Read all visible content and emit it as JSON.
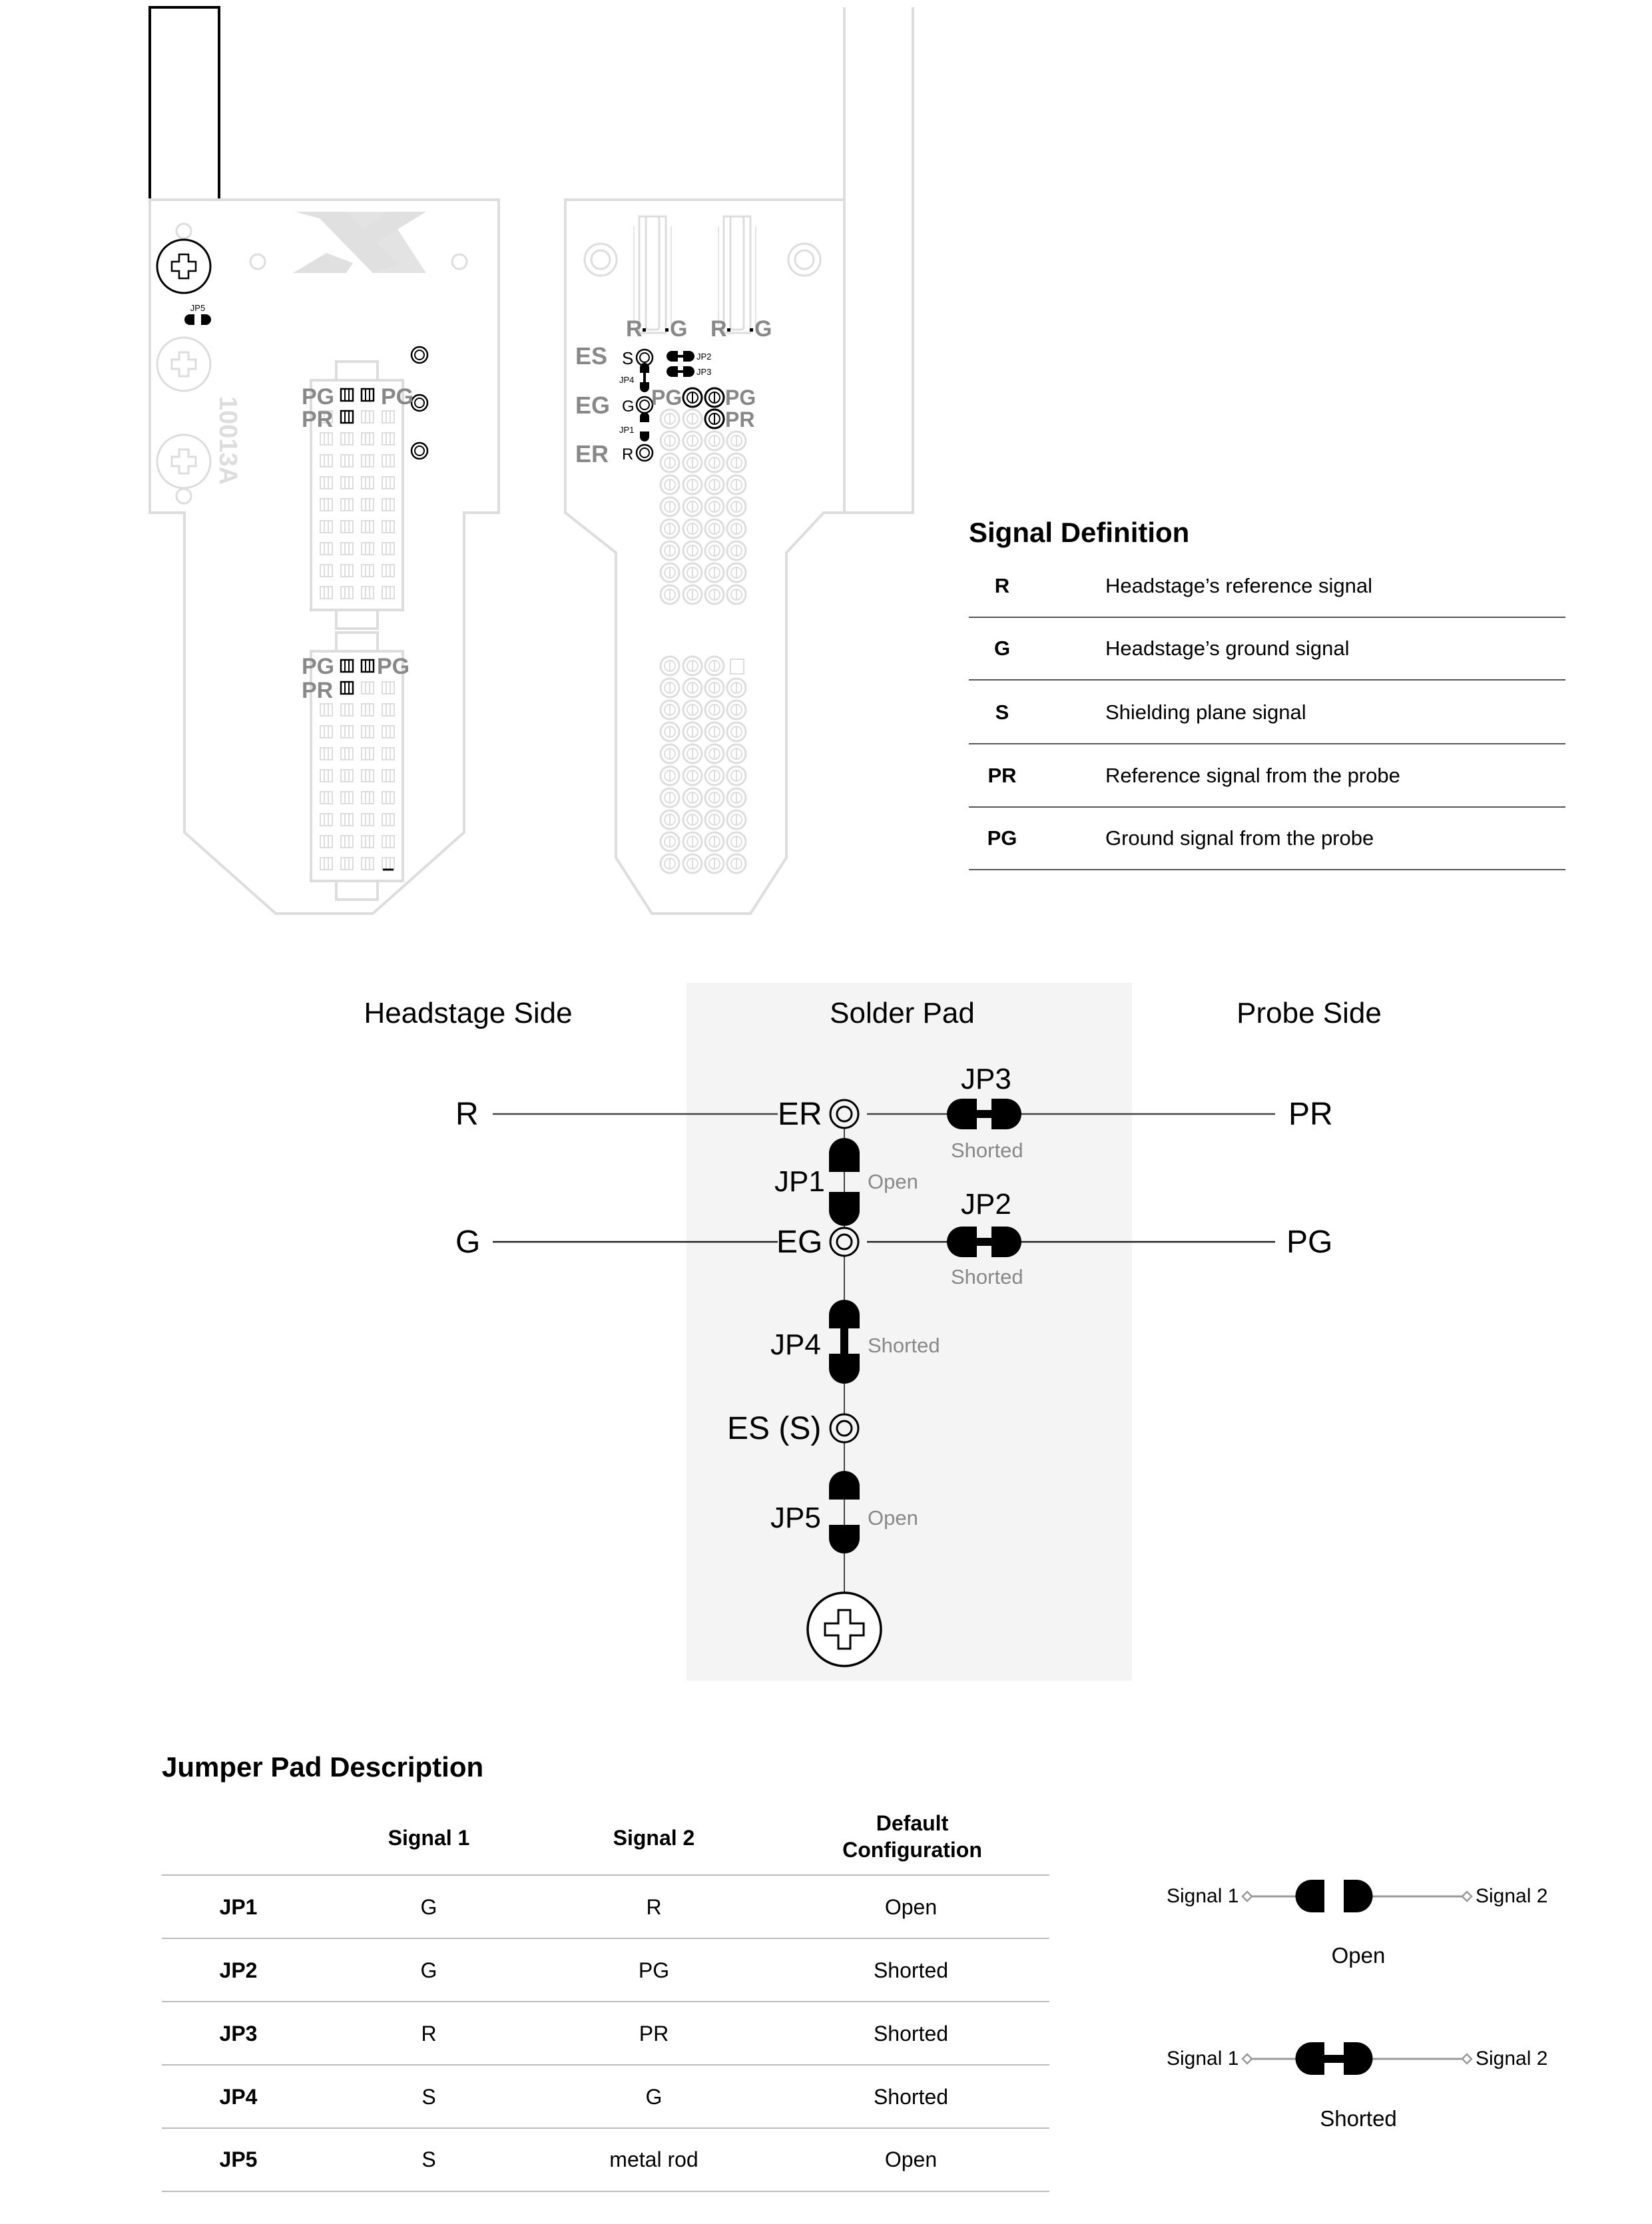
{
  "board": {
    "part_number": "10013A",
    "left_labels": {
      "jp5": "JP5",
      "pg_left_top": "PG",
      "pg_right_top": "PG",
      "pr_top": "PR",
      "pg_left_bottom": "PG",
      "pg_right_bottom": "PG",
      "pr_bottom": "PR"
    },
    "right_labels": {
      "r1": "R",
      "g1": "G",
      "r2": "R",
      "g2": "G",
      "es": "ES",
      "eg": "EG",
      "er": "ER",
      "s": "S",
      "g": "G",
      "r": "R",
      "jp1": "JP1",
      "jp2": "JP2",
      "jp3": "JP3",
      "jp4": "JP4",
      "pg_left": "PG",
      "pg_right": "PG",
      "pr": "PR"
    }
  },
  "signal_definition": {
    "title": "Signal Definition",
    "rows": [
      {
        "key": "R",
        "desc": "Headstage’s reference signal"
      },
      {
        "key": "G",
        "desc": "Headstage’s ground signal"
      },
      {
        "key": "S",
        "desc": "Shielding plane signal"
      },
      {
        "key": "PR",
        "desc": "Reference signal from the probe"
      },
      {
        "key": "PG",
        "desc": "Ground signal from the probe"
      }
    ]
  },
  "schematic": {
    "headings": {
      "headstage": "Headstage Side",
      "solder_pad": "Solder Pad",
      "probe": "Probe Side"
    },
    "headstage_signals": {
      "r": "R",
      "g": "G"
    },
    "pads": {
      "er": "ER",
      "eg": "EG",
      "es": "ES (S)"
    },
    "probe_signals": {
      "pr": "PR",
      "pg": "PG"
    },
    "jumpers": [
      {
        "id": "JP3",
        "state": "Shorted"
      },
      {
        "id": "JP1",
        "state": "Open"
      },
      {
        "id": "JP2",
        "state": "Shorted"
      },
      {
        "id": "JP4",
        "state": "Shorted"
      },
      {
        "id": "JP5",
        "state": "Open"
      }
    ],
    "colors": {
      "panel_bg": "#f4f4f4",
      "state_text": "#888888"
    }
  },
  "jumper_table": {
    "title": "Jumper Pad Description",
    "headers": {
      "signal1": "Signal 1",
      "signal2": "Signal 2",
      "default_line1": "Default",
      "default_line2": "Configuration"
    },
    "rows": [
      {
        "id": "JP1",
        "signal1": "G",
        "signal2": "R",
        "default": "Open"
      },
      {
        "id": "JP2",
        "signal1": "G",
        "signal2": "PG",
        "default": "Shorted"
      },
      {
        "id": "JP3",
        "signal1": "R",
        "signal2": "PR",
        "default": "Shorted"
      },
      {
        "id": "JP4",
        "signal1": "S",
        "signal2": "G",
        "default": "Shorted"
      },
      {
        "id": "JP5",
        "signal1": "S",
        "signal2": "metal rod",
        "default": "Open"
      }
    ]
  },
  "legend": {
    "open": {
      "signal1": "Signal 1",
      "signal2": "Signal 2",
      "caption": "Open"
    },
    "shorted": {
      "signal1": "Signal 1",
      "signal2": "Signal 2",
      "caption": "Shorted"
    }
  }
}
